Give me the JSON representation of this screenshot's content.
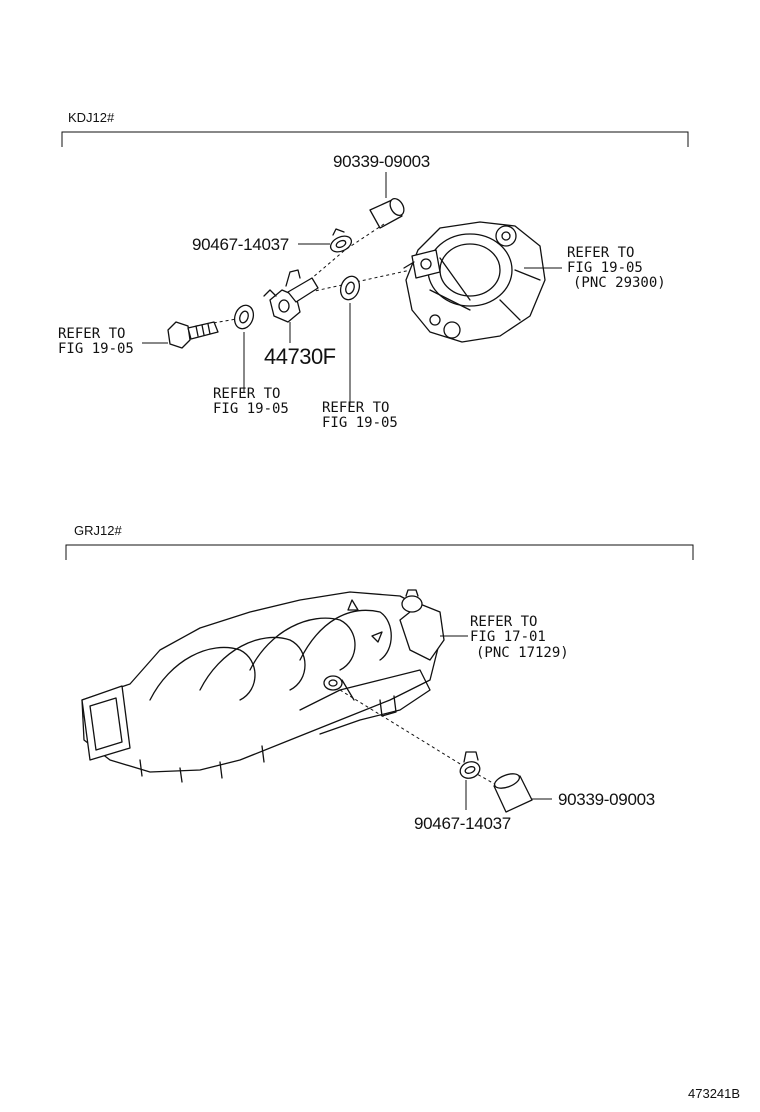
{
  "sections": [
    {
      "model": "KDJ12#",
      "labels": {
        "hose_part": "90339-09003",
        "clip_part": "90467-14037",
        "pipe_part": "44730F",
        "bolt_ref_line1": "REFER TO",
        "bolt_ref_line2": "FIG 19-05",
        "washer1_ref_line1": "REFER TO",
        "washer1_ref_line2": "FIG 19-05",
        "washer2_ref_line1": "REFER TO",
        "washer2_ref_line2": "FIG 19-05",
        "pump_ref_line1": "REFER TO",
        "pump_ref_line2": "FIG 19-05",
        "pump_ref_line3": "(PNC 29300)"
      }
    },
    {
      "model": "GRJ12#",
      "labels": {
        "manifold_ref_line1": "REFER TO",
        "manifold_ref_line2": "FIG 17-01",
        "manifold_ref_line3": "(PNC 17129)",
        "hose_part": "90339-09003",
        "clip_part": "90467-14037"
      }
    }
  ],
  "diagram_id": "473241B"
}
